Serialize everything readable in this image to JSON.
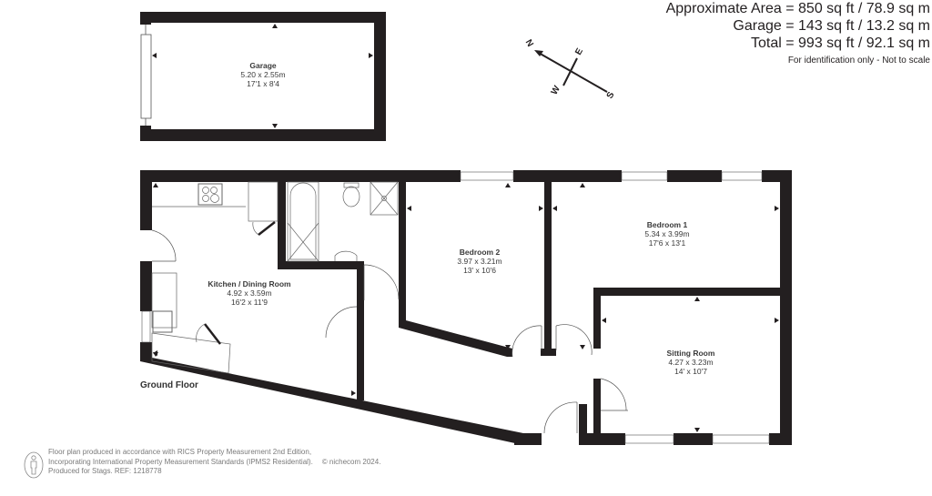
{
  "areas": {
    "approximate_area": "Approximate Area = 850 sq ft / 78.9 sq m",
    "garage": "Garage = 143 sq ft / 13.2 sq m",
    "total": "Total = 993 sq ft / 92.1 sq m",
    "note": "For identification only - Not to scale"
  },
  "compass": {
    "n": "N",
    "e": "E",
    "s": "S",
    "w": "W"
  },
  "rooms": {
    "garage": {
      "name": "Garage",
      "metric": "5.20 x 2.55m",
      "imperial": "17'1 x 8'4"
    },
    "kitchen": {
      "name": "Kitchen / Dining Room",
      "metric": "4.92 x 3.59m",
      "imperial": "16'2 x 11'9"
    },
    "bedroom2": {
      "name": "Bedroom 2",
      "metric": "3.97 x 3.21m",
      "imperial": "13' x 10'6"
    },
    "bedroom1": {
      "name": "Bedroom 1",
      "metric": "5.34 x 3.99m",
      "imperial": "17'6 x 13'1"
    },
    "sitting": {
      "name": "Sitting Room",
      "metric": "4.27 x 3.23m",
      "imperial": "14' x 10'7"
    }
  },
  "floor_label": "Ground Floor",
  "footer": {
    "line1": "Floor plan produced in accordance with RICS Property Measurement 2nd Edition,",
    "line2": "Incorporating International Property Measurement Standards (IPMS2 Residential).",
    "copyright": "© nichecom 2024.",
    "line3": "Produced for Stags.   REF: 1218778"
  },
  "colors": {
    "wall": "#231f20",
    "fixture": "#666666",
    "text": "#3a3a3a",
    "footer_text": "#7a7a7a"
  }
}
